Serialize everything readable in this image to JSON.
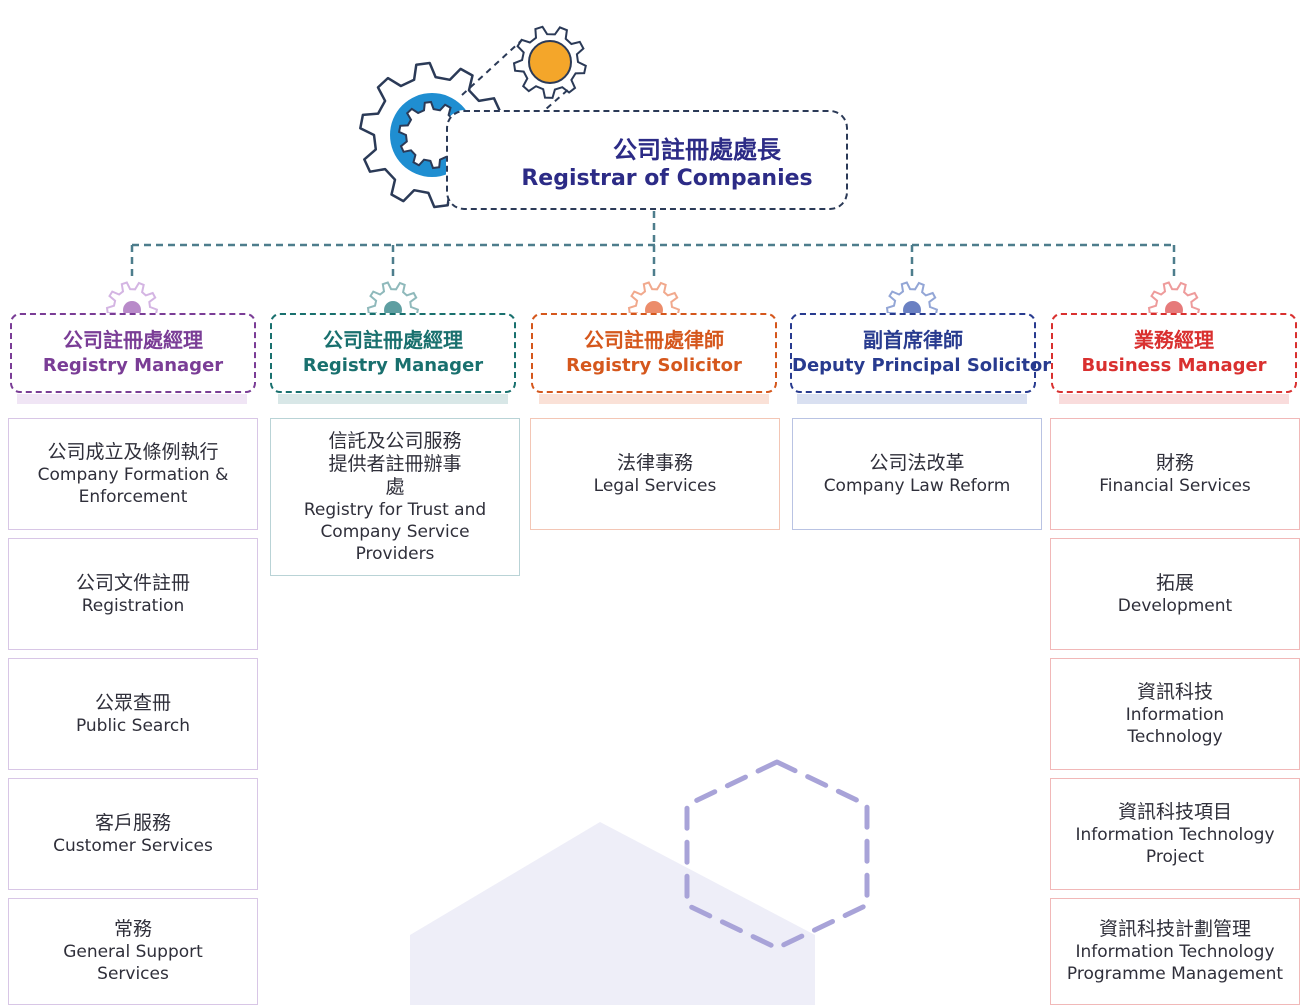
{
  "top": {
    "title_zh": "公司註冊處處長",
    "title_en": "Registrar of Companies",
    "colors": {
      "text": "#2c2b86",
      "gear_blue": "#1f8ed1",
      "gear_orange": "#f4a62a",
      "line": "#4d7d8c"
    }
  },
  "managers": [
    {
      "title_zh": "公司註冊處經理",
      "title_en": "Registry Manager",
      "color": "#7a3d96",
      "icon": "gear-icon",
      "units": [
        {
          "zh": "公司成立及條例執行",
          "en": "Company Formation & Enforcement"
        },
        {
          "zh": "公司文件註冊",
          "en": "Registration"
        },
        {
          "zh": "公眾查冊",
          "en": "Public Search"
        },
        {
          "zh": "客戶服務",
          "en": "Customer Services"
        },
        {
          "zh": "常務",
          "en": "General Support Services"
        }
      ]
    },
    {
      "title_zh": "公司註冊處經理",
      "title_en": "Registry Manager",
      "color": "#19706e",
      "icon": "gear-icon",
      "units": [
        {
          "zh": "信託及公司服務提供者註冊辦事處",
          "en": "Registry for Trust and Company Service Providers"
        }
      ]
    },
    {
      "title_zh": "公司註冊處律師",
      "title_en": "Registry Solicitor",
      "color": "#d5571c",
      "icon": "gear-icon",
      "units": [
        {
          "zh": "法律事務",
          "en": "Legal Services"
        }
      ]
    },
    {
      "title_zh": "副首席律師",
      "title_en": "Deputy Principal Solicitor",
      "color": "#283b8f",
      "icon": "gear-icon",
      "units": [
        {
          "zh": "公司法改革",
          "en": "Company Law Reform"
        }
      ]
    },
    {
      "title_zh": "業務經理",
      "title_en": "Business Manager",
      "color": "#d9302f",
      "icon": "gear-icon",
      "units": [
        {
          "zh": "財務",
          "en": "Financial Services"
        },
        {
          "zh": "拓展",
          "en": "Development"
        },
        {
          "zh": "資訊科技",
          "en": "Information Technology"
        },
        {
          "zh": "資訊科技項目",
          "en": "Information Technology Project"
        },
        {
          "zh": "資訊科技計劃管理",
          "en": "Information Technology Programme Management"
        }
      ]
    }
  ]
}
